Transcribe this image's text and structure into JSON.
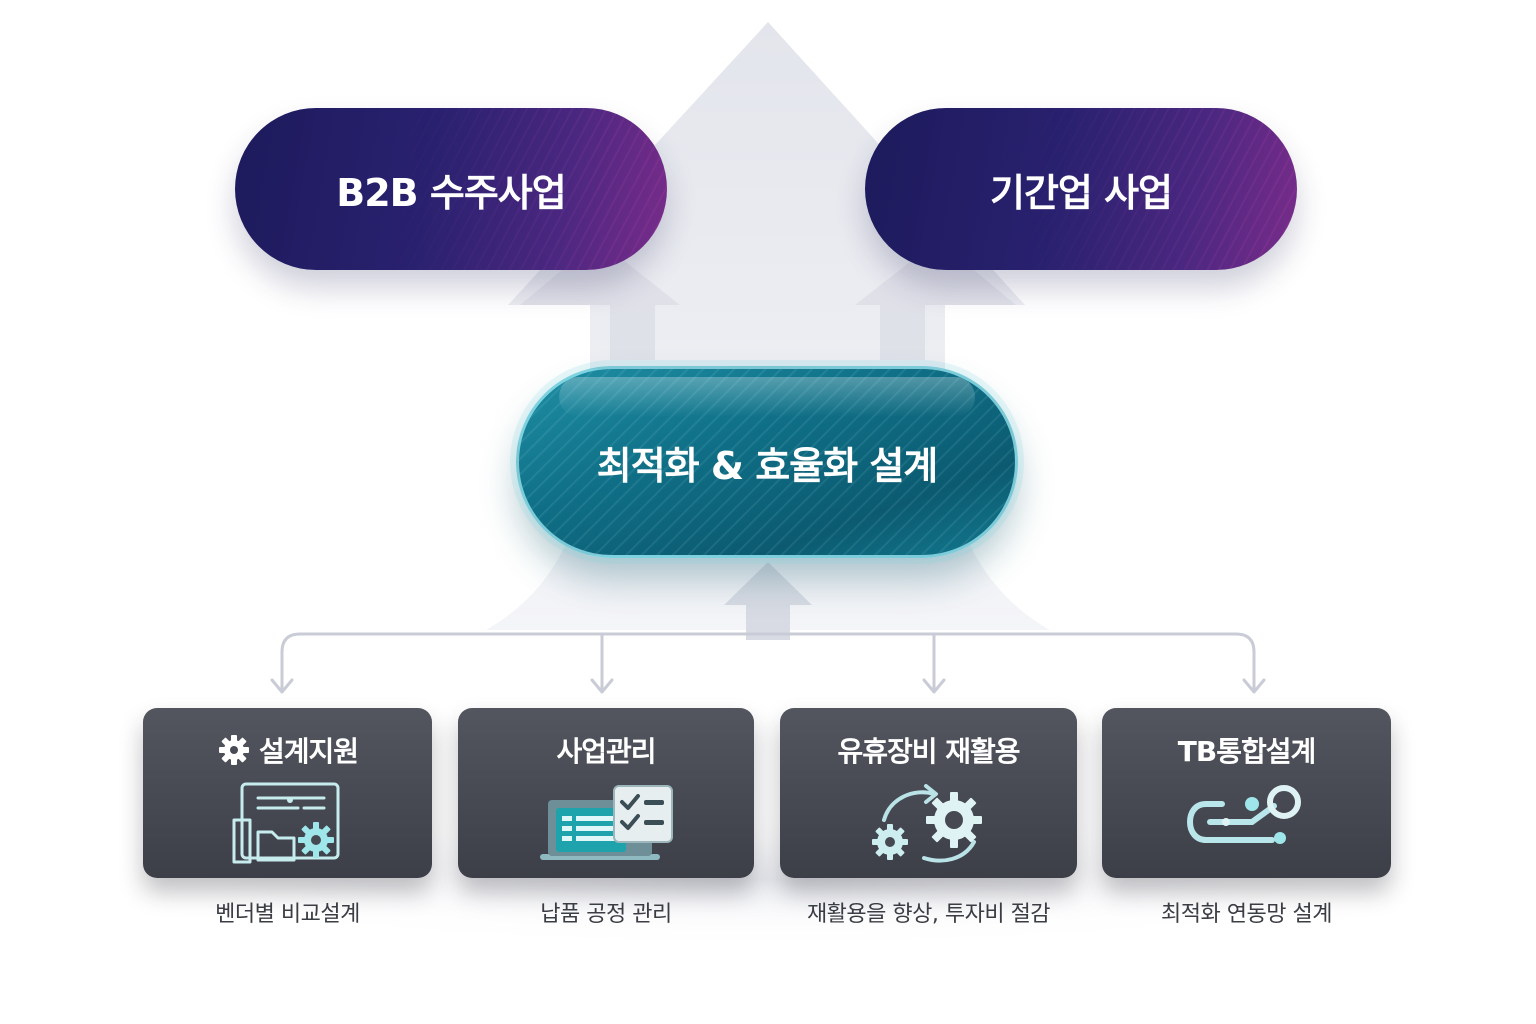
{
  "top": {
    "b2b_label": "B2B 수주사업",
    "core_label": "기간업 사업"
  },
  "center": {
    "label": "최적화 & 효율화 설계"
  },
  "cards": [
    {
      "title": "설계지원",
      "caption": "벤더별 비교설계",
      "icon": "design-blueprint-gear-icon"
    },
    {
      "title": "사업관리",
      "caption": "납품 공정 관리",
      "icon": "document-checklist-icon"
    },
    {
      "title": "유휴장비 재활용",
      "caption": "재활용을 향상, 투자비 절감",
      "icon": "recycle-gears-icon"
    },
    {
      "title": "TB통합설계",
      "caption": "최적화 연동망 설계",
      "icon": "network-link-icon"
    }
  ],
  "colors": {
    "top_pill": "#29216f",
    "top_pill_accent": "#7a2c8a",
    "center_pill": "#0f6f86",
    "card": "#474952",
    "icon_teal": "#9fe6ea",
    "arrow_bg": "#e6e8ee"
  }
}
